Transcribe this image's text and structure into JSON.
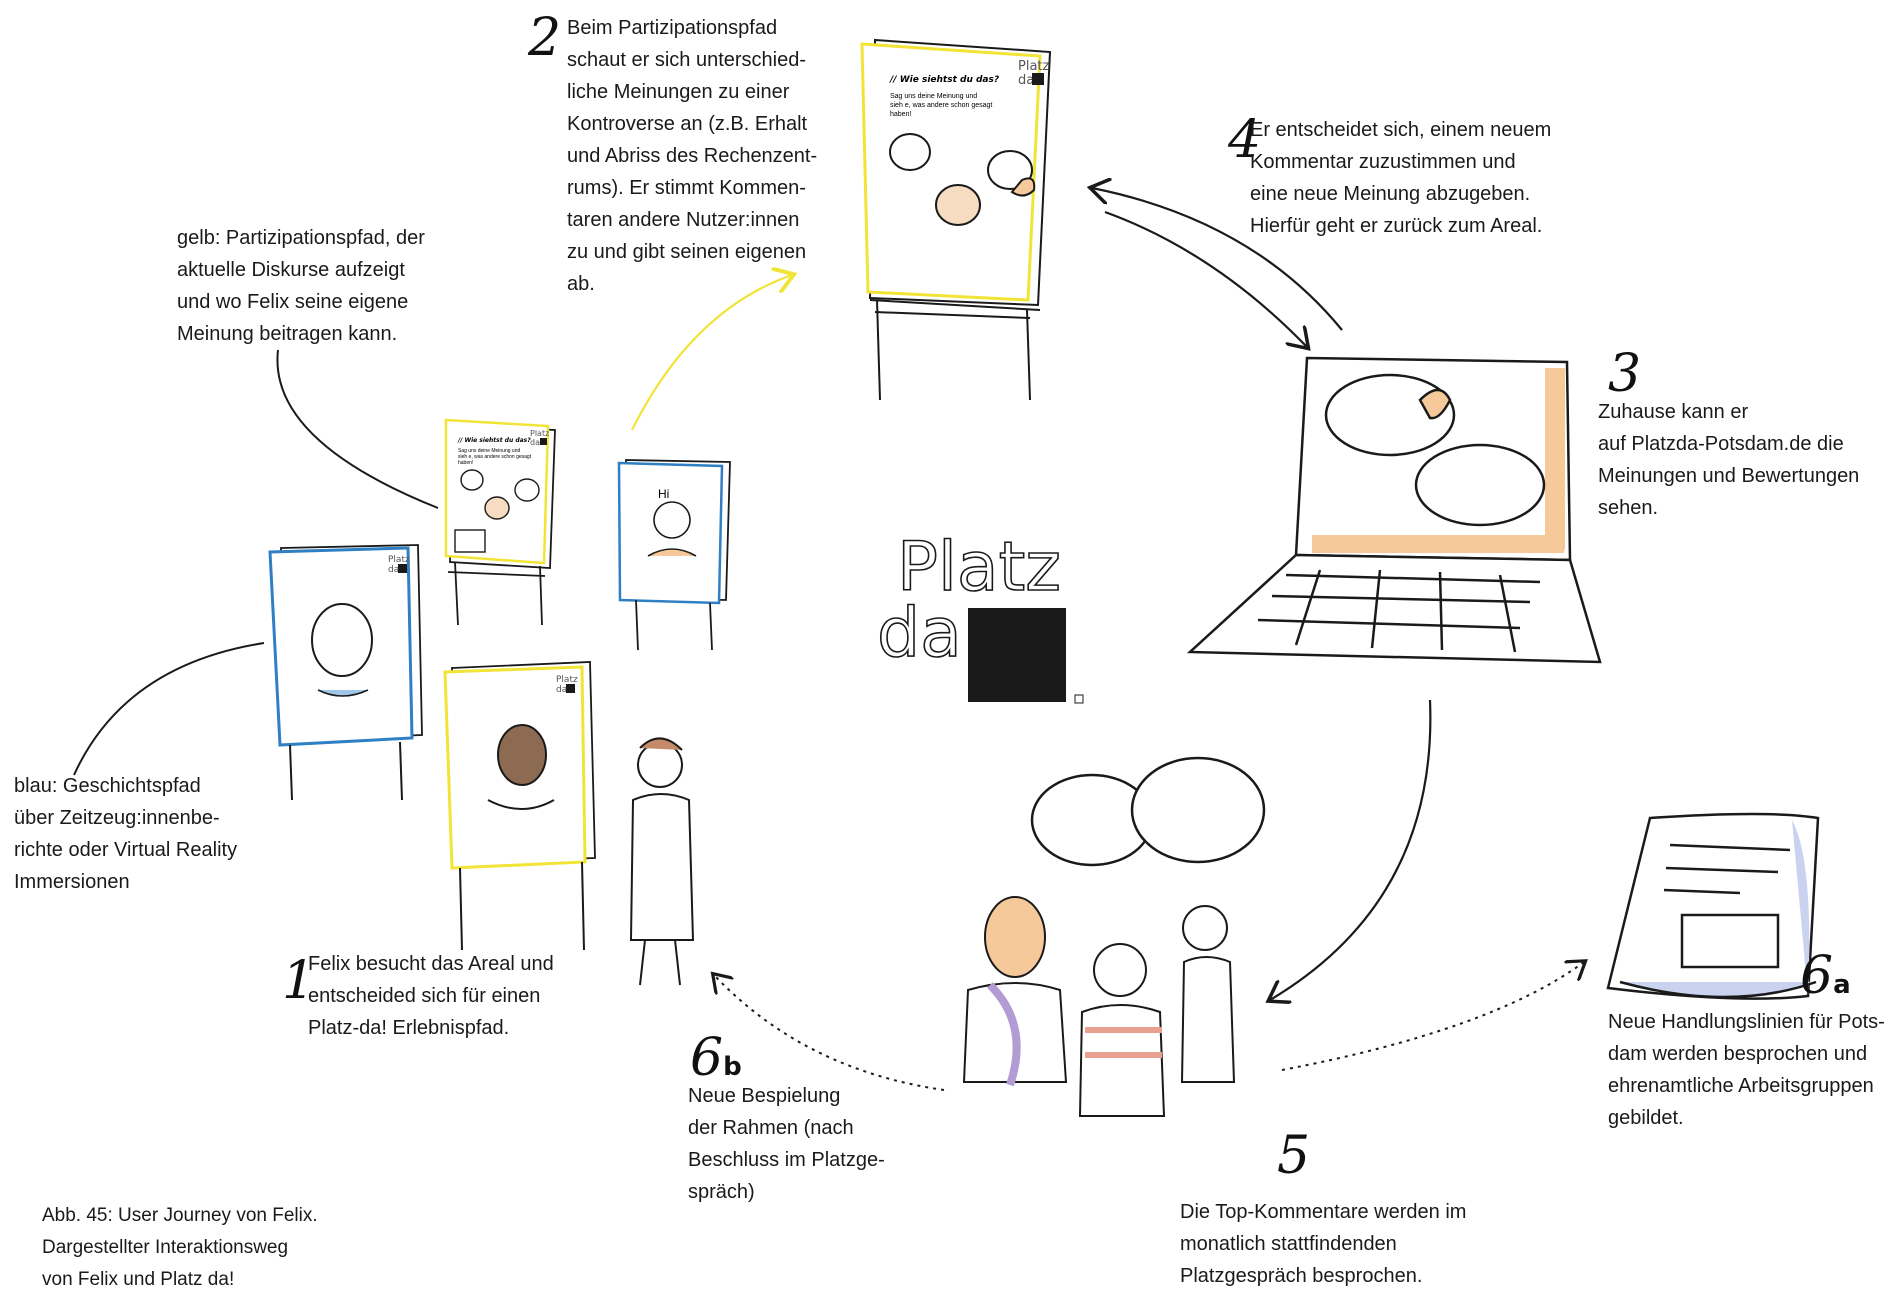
{
  "steps": {
    "s1": {
      "number": "1",
      "text": "Felix besucht das Areal und\nentscheided sich für einen\nPlatz-da! Erlebnispfad."
    },
    "s2": {
      "number": "2",
      "text": "Beim Partizipationspfad\nschaut er sich unterschied-\nliche Meinungen zu einer\nKontroverse an (z.B. Erhalt\nund Abriss des Rechenzent-\nrums). Er stimmt Kommen-\ntaren andere Nutzer:innen\nzu und gibt seinen eigenen\nab."
    },
    "s3": {
      "number": "3",
      "text": "Zuhause kann er\nauf Platzda-Potsdam.de die\nMeinungen und Bewertungen\nsehen."
    },
    "s4": {
      "number": "4",
      "text": "Er entscheidet sich, einem neuem\nKommentar zuzustimmen und\neine neue Meinung abzugeben.\nHierfür geht er zurück zum Areal."
    },
    "s5": {
      "number": "5",
      "text": "Die Top-Kommentare werden im\nmonatlich stattfindenden\nPlatzgespräch besprochen."
    },
    "s6a": {
      "number": "6",
      "suffix": "a",
      "text": "Neue Handlungslinien für Pots-\ndam werden besprochen und\nehrenamtliche Arbeitsgruppen\ngebildet."
    },
    "s6b": {
      "number": "6",
      "suffix": "b",
      "text": "Neue Bespielung\nder Rahmen (nach\nBeschluss im Platzge-\nspräch)"
    }
  },
  "legend": {
    "yellow": "gelb: Partizipationspfad, der\naktuelle Diskurse aufzeigt\nund wo Felix seine eigene\nMeinung beitragen kann.",
    "blue": "blau: Geschichtspfad\nüber Zeitzeug:innenbe-\nrichte oder Virtual Reality\nImmersionen"
  },
  "caption": "Abb. 45: User Journey von Felix.\nDargestellter Interaktionsweg\nvon Felix und Platz da!",
  "logo": {
    "line1": "Platz",
    "line2": "da"
  },
  "poster": {
    "title": "// Wie siehtst du das?",
    "body1": "Sag uns deine Meinung und",
    "body2": "sieh e, was andere schon gesagt",
    "body3": "haben!",
    "brand1": "Platz",
    "brand2": "da",
    "small_title": "// Wie siehtst du das?",
    "small_body1": "Sag uns deine Meinung und",
    "small_body2": "sieh e, was andere schon gesagt",
    "small_body3": "haben!",
    "hi": "Hi"
  },
  "colors": {
    "yellow": "#f2e437",
    "blue": "#2f7fc4",
    "orange": "#f6c99a",
    "purple": "#b39bd3",
    "ink": "#1a1a1a"
  }
}
